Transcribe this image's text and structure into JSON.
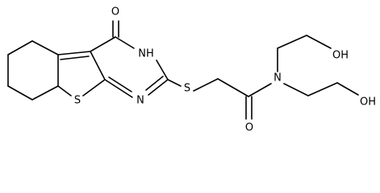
{
  "molecule": {
    "atoms": {
      "carbonyl_o_ring": "O",
      "ring_nh": "NH",
      "ring_n": "N",
      "thiophene_s": "S",
      "thioether_s": "S",
      "amide_o": "O",
      "amide_n": "N",
      "oh_upper": "OH",
      "oh_lower": "OH"
    }
  }
}
